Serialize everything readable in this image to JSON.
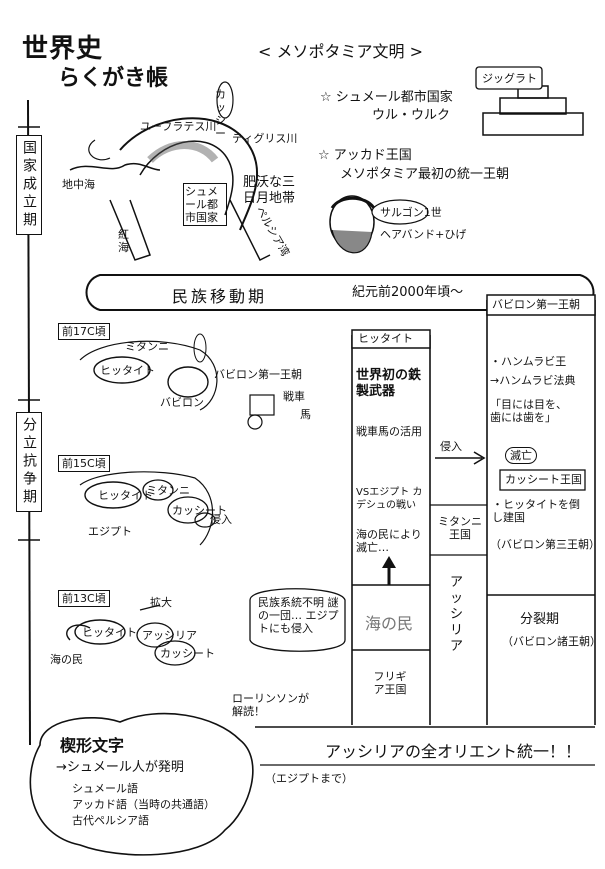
{
  "header": {
    "title": "世界史",
    "subtitle": "らくがき帳",
    "section": "< メソポタミア文明 >"
  },
  "timeline": {
    "period_formation": "国家成立期",
    "period_conflict": "分立抗争期"
  },
  "map1": {
    "euphrates": "ユーフラテス川",
    "tigris": "ティグリス川",
    "mediterranean": "地中海",
    "red_sea": "紅海",
    "persian_gulf": "ペルシア湾",
    "sumerian_city": "シュメール都市国家",
    "crescent": "肥沃な三日月地帯",
    "north": "カッシー"
  },
  "notes": {
    "sumer": "シュメール都市国家",
    "sumer_cities": "ウル・ウルク",
    "akkad": "アッカド王国",
    "akkad_desc": "メソポタミア最初の統一王朝",
    "ziggurat": "ジッグラト",
    "sargon": "サルゴン1世",
    "sargon_hair": "ヘアバンド+ひげ"
  },
  "migration_banner": {
    "text": "民族移動期",
    "date": "紀元前2000年頃〜"
  },
  "era17": {
    "label": "前17C頃",
    "mitanni": "ミタンニ",
    "hittite": "ヒッタイト",
    "babylon": "バビロン",
    "babylon1": "バビロン第一王朝",
    "war": "戦車",
    "horse": "馬"
  },
  "era15": {
    "label": "前15C頃",
    "hittite": "ヒッタイト",
    "mitanni": "ミタンニ",
    "kassite": "カッシート",
    "egypt": "エジプト",
    "invade": "侵入"
  },
  "era13": {
    "label": "前13C頃",
    "expand": "拡大",
    "sea_peoples": "海の民",
    "hittite": "ヒッタイト",
    "assyria": "アッシリア",
    "kassite": "カッシート"
  },
  "table": {
    "hittite_head": "ヒッタイト",
    "hittite_iron": "世界初の鉄製武器",
    "hittite_chariot": "戦車馬の活用",
    "hittite_vs": "VSエジプト カデシュの戦い",
    "hittite_fall": "海の民により滅亡…",
    "sea_peoples": "海の民",
    "phrygia": "フリギア王国",
    "invade_arrow": "侵入",
    "mitanni": "ミタンニ王国",
    "assyria": "アッシリア",
    "babylon_head": "バビロン第一王朝",
    "hammurabi": "・ハンムラビ王",
    "hammurabi_law": "→ハンムラビ法典",
    "eye_for_eye": "「目には目を、歯には歯を」",
    "destroyed": "滅亡",
    "kassite_head": "カッシート王国",
    "kassite_desc": "・ヒッタイトを倒し建国",
    "babylon3": "（バビロン第三王朝）",
    "division": "分裂期",
    "division_sub": "（バビロン諸王朝）"
  },
  "sea_peoples_note": "民族系統不明 謎の一団… エジプトにも侵入",
  "rawlinson": "ローリンソンが解読！",
  "cuneiform": {
    "title": "楔形文字",
    "line1": "→シュメール人が発明",
    "line2": "シュメール語",
    "line3": "アッカド語（当時の共通語）",
    "line4": "古代ペルシア語"
  },
  "assyria_unify": "アッシリアの全オリエント統一！！",
  "assyria_unify_sub": "（エジプトまで）"
}
